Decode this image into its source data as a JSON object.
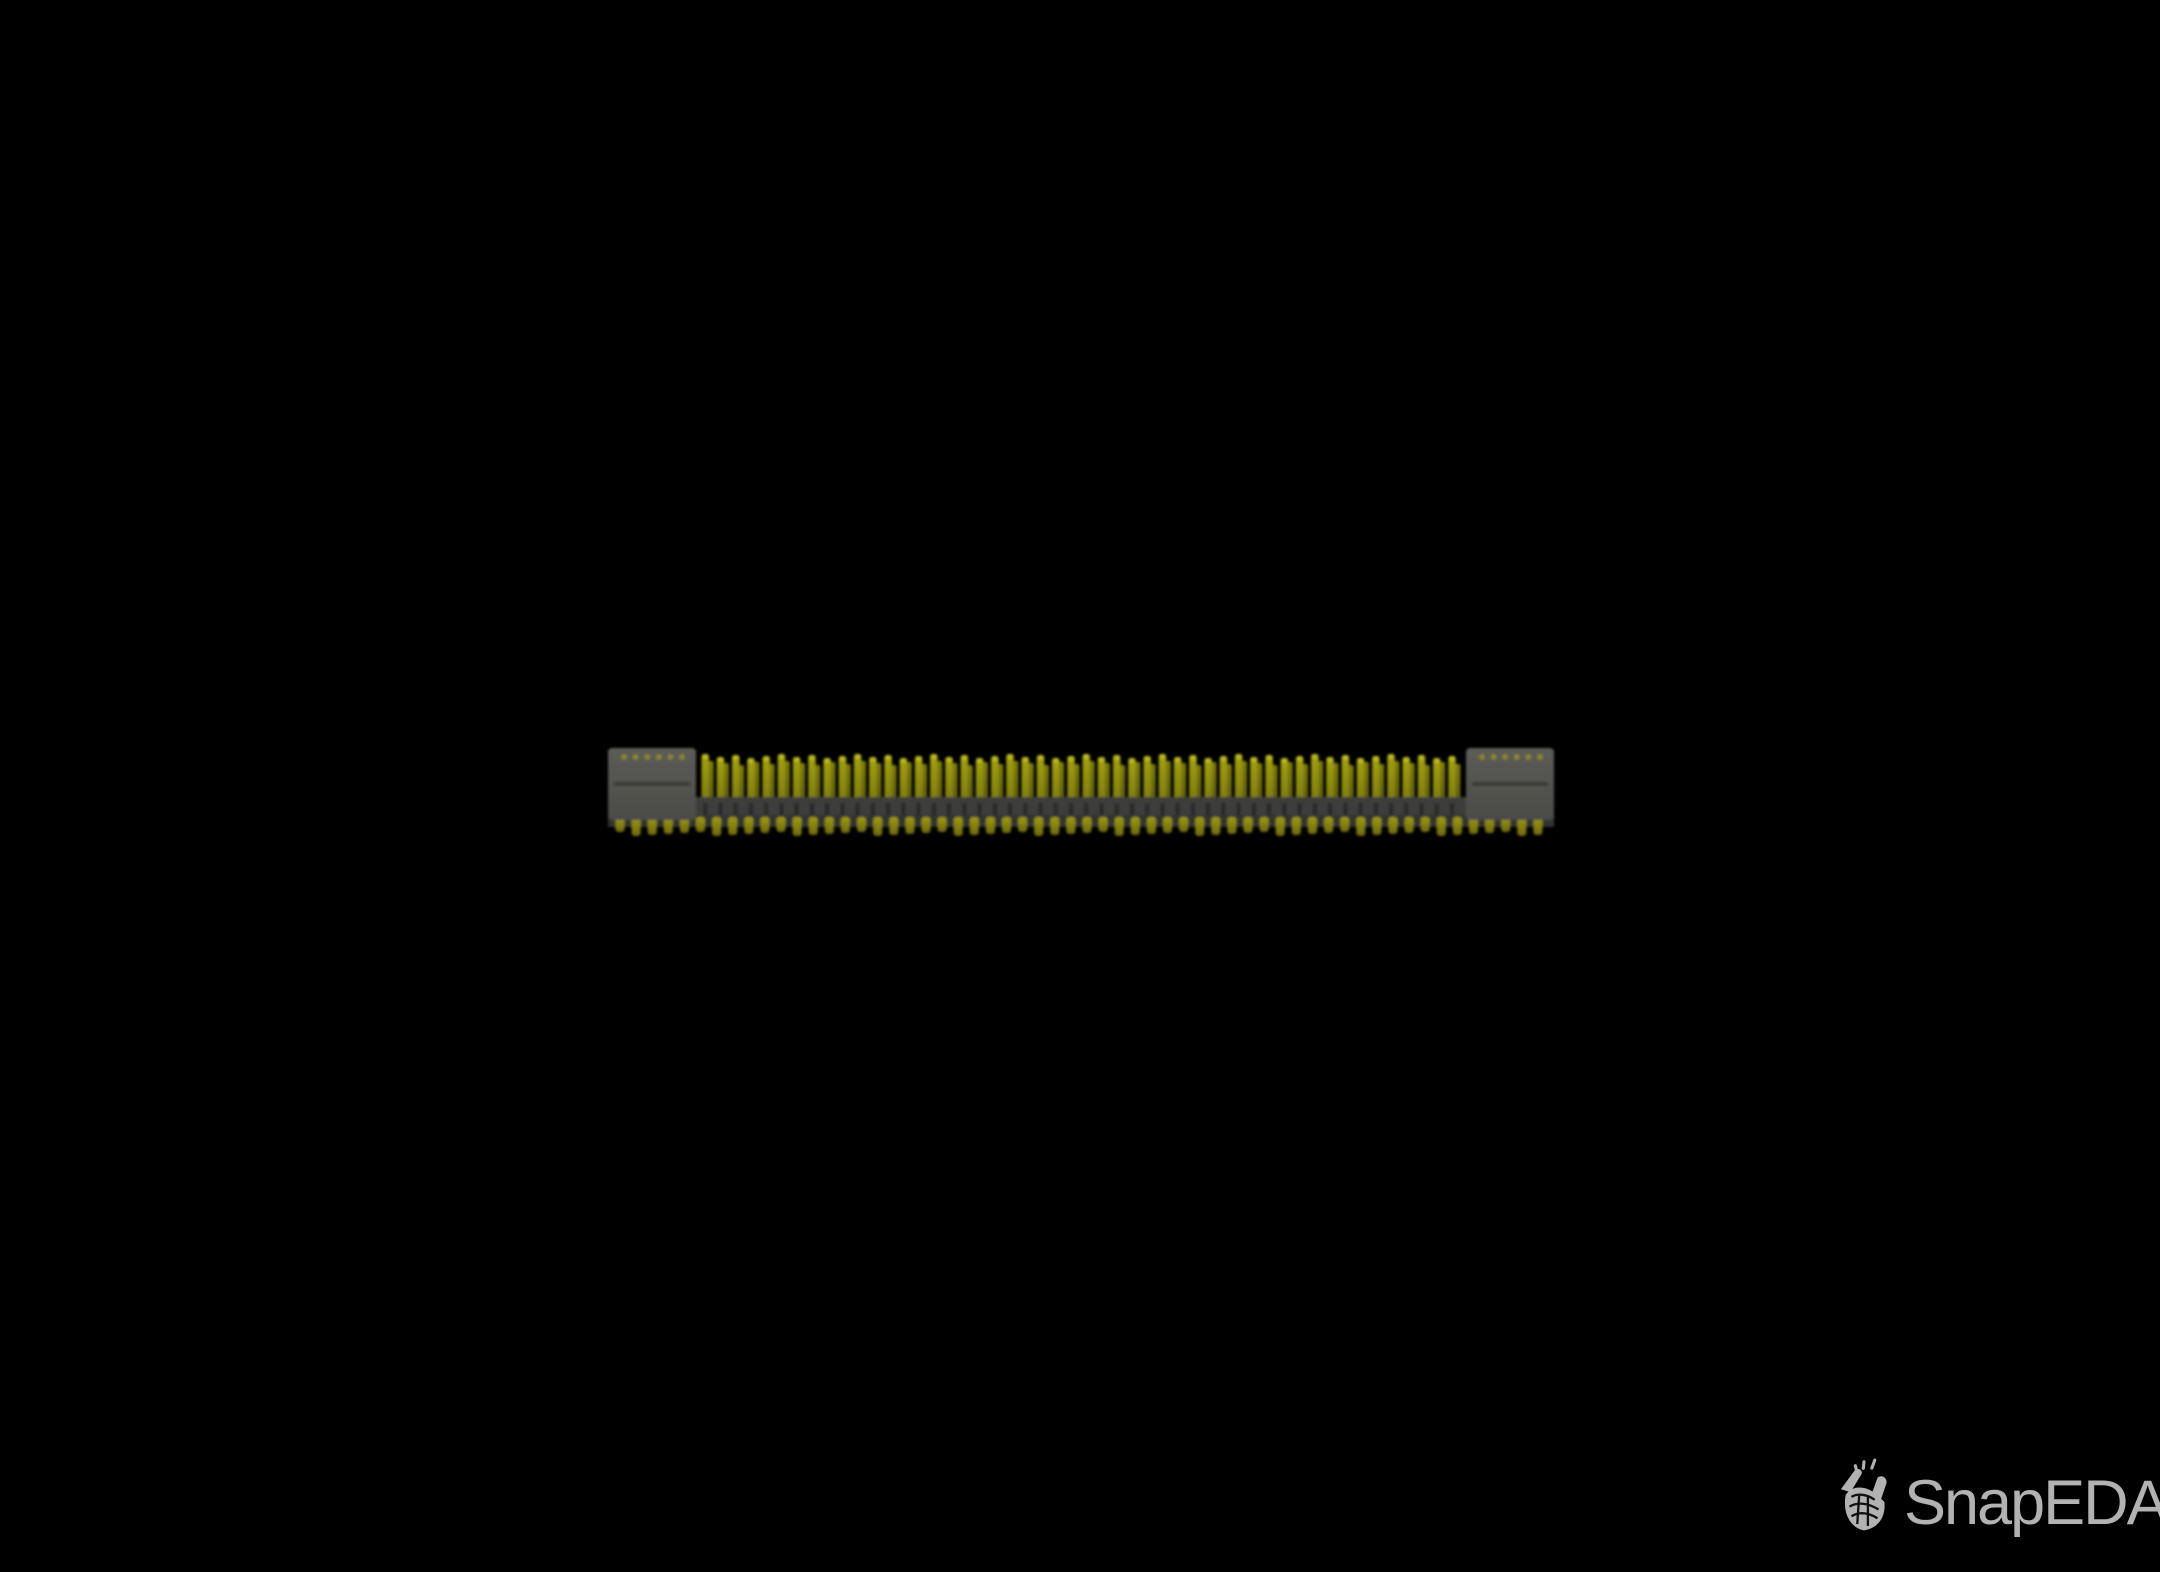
{
  "background": {
    "color": "#000000"
  },
  "connector": {
    "description": "3D rendered model of a dual-row surface-mount board-to-board header connector, viewed from the side, slightly blurred",
    "colors": {
      "pin_bright": "#a3a112",
      "pin_mid": "#7e7c0b",
      "pin_dark": "#5d5b08",
      "pin_tip_highlight": "#bdbb1c",
      "foot_bright": "#9d9b11",
      "foot_dark": "#6b690a",
      "body": "#3d3d3a",
      "body_slot": "#2c2c2a",
      "body_lower": "#333331",
      "endcap": "#4b4b48",
      "endcap_top": "#5c5b57",
      "endcap_dot": "#8f8d0e"
    },
    "front_pin_count": 50,
    "back_pin_count": 50,
    "bottom_lead_count": 58,
    "endcap_dot_count": 6
  },
  "watermark": {
    "text": "SnapEDA",
    "color": "#b2b2b2",
    "icon": "snapeda-snap-hand-icon"
  }
}
